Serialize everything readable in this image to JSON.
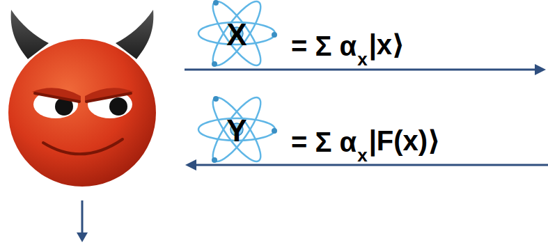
{
  "diagram": {
    "labels": [
      "X",
      "= Σ α",
      "x",
      "|x⟩",
      "Y",
      "= Σ α",
      "x",
      "|F(x)⟩"
    ]
  }
}
